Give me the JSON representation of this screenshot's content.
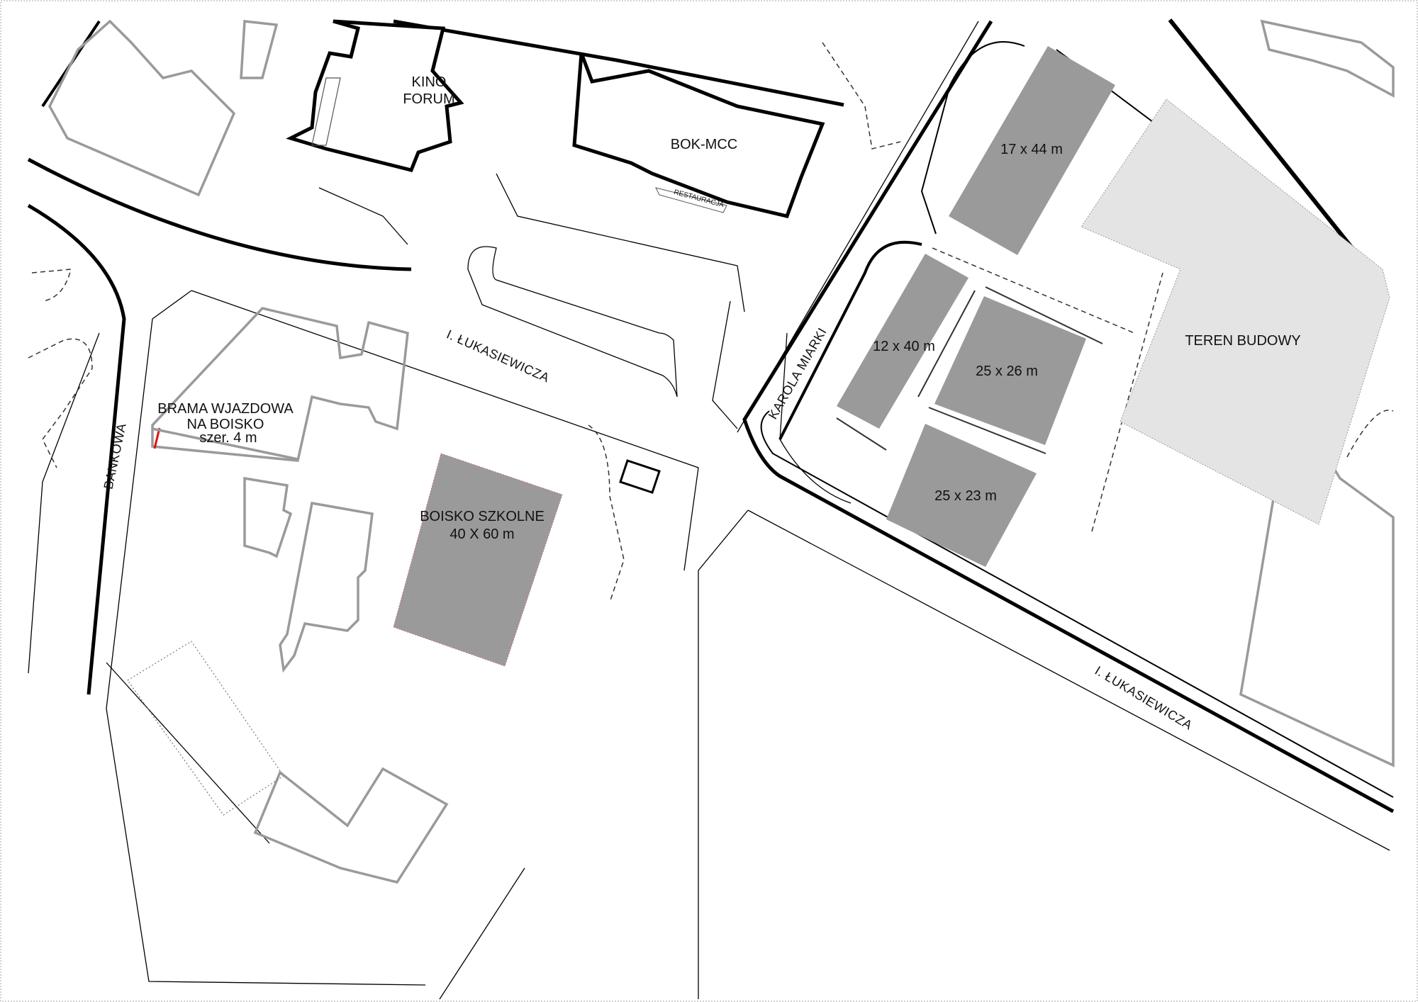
{
  "buildings": {
    "kino_forum": [
      "KINO",
      "FORUM"
    ],
    "bok_mcc": "BOK-MCC",
    "restauracja": "RESTAURACJA",
    "teren_budowy": "TEREN BUDOWY"
  },
  "gate": {
    "line1": "BRAMA WJAZDOWA",
    "line2": "NA BOISKO",
    "line3": "szer. 4 m"
  },
  "pitch": {
    "line1": "BOISKO SZKOLNE",
    "line2": "40 X 60 m"
  },
  "plots": {
    "p17x44": "17 x 44  m",
    "p12x40": "12 x 40  m",
    "p25x26": "25 x 26  m",
    "p25x23": "25 x 23  m"
  },
  "streets": {
    "lukasiewicza_west": "I. ŁUKASIEWICZA",
    "lukasiewicza_east": "I. ŁUKASIEWICZA",
    "karola_miarki": "KAROLA MIARKI",
    "bankowa": "BANKOWA"
  },
  "colors": {
    "plot_fill": "#9a9a9a",
    "construction_fill": "#e4e4e4",
    "gate_marker": "#e01010",
    "outline_gray": "#9a9a9a",
    "ink": "#000000"
  }
}
